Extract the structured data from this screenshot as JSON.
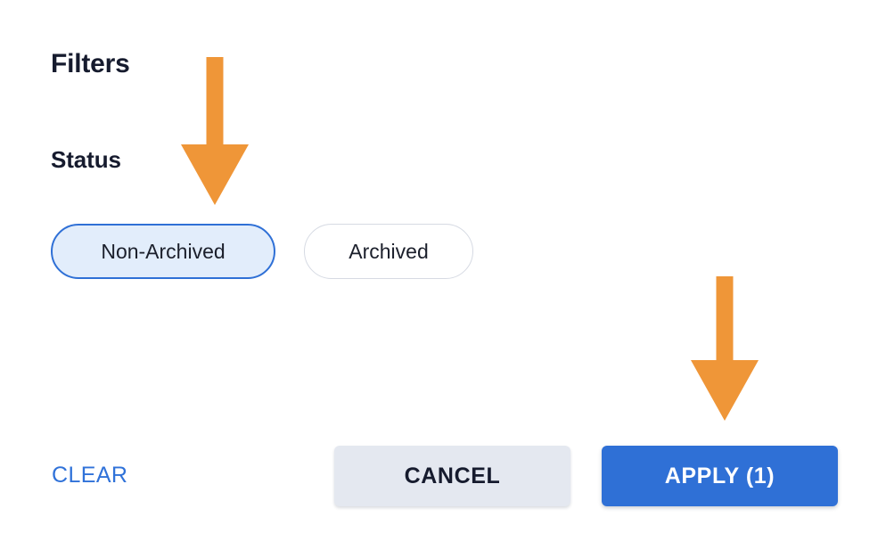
{
  "dialog": {
    "title": "Filters",
    "section_status_label": "Status"
  },
  "status_chips": [
    {
      "label": "Non-Archived",
      "selected": true
    },
    {
      "label": "Archived",
      "selected": false
    }
  ],
  "footer": {
    "clear_label": "CLEAR",
    "cancel_label": "CANCEL",
    "apply_label": "APPLY (1)"
  },
  "annotations": [
    {
      "name": "down-arrow-icon",
      "points_to": "Non-Archived"
    },
    {
      "name": "down-arrow-icon",
      "points_to": "APPLY (1)"
    }
  ],
  "colors": {
    "background": "#ffffff",
    "heading_text": "#161b2e",
    "accent_blue": "#2f70d6",
    "clear_link_blue": "#3072d9",
    "chip_selected_fill": "#e2edfb",
    "chip_unselected_border": "#d6dae3",
    "cancel_fill": "#e4e8f0",
    "annotation_orange": "#ef9638"
  }
}
